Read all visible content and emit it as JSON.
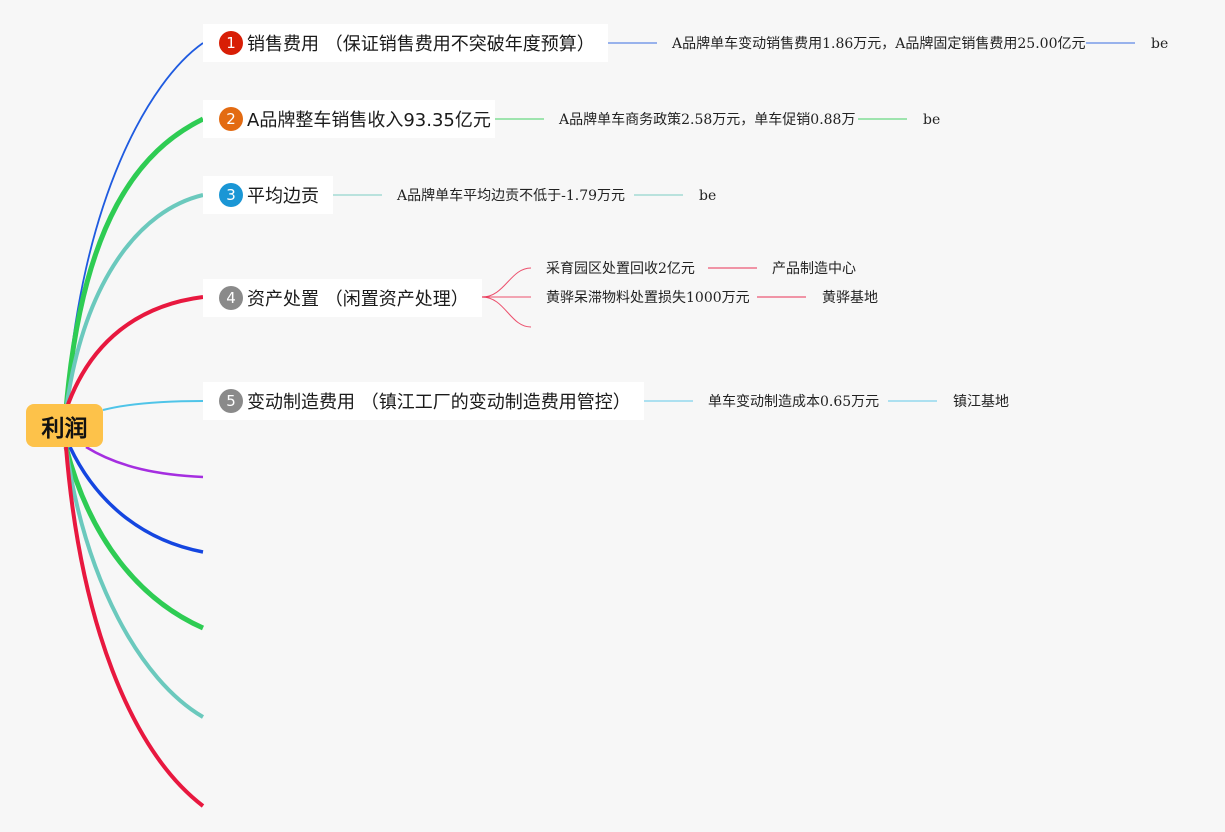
{
  "root": {
    "label": "利润",
    "color": "#fdc24a"
  },
  "topics": [
    {
      "number": "1",
      "label": "销售费用 （保证销售费用不突破年度预算）",
      "badge_color": "#d81e06",
      "line_color": "#1f5be0",
      "leaves": [
        {
          "label": "A品牌单车变动销售费用1.86万元，A品牌固定销售费用25.00亿元",
          "next": "be"
        }
      ]
    },
    {
      "number": "2",
      "label": "A品牌整车销售收入93.35亿元",
      "badge_color": "#e36b12",
      "line_color": "#2ecc53",
      "leaves": [
        {
          "label": "A品牌单车商务政策2.58万元，单车促销0.88万",
          "next": "be"
        }
      ]
    },
    {
      "number": "3",
      "label": "平均边贡",
      "badge_color": "#1a96d5",
      "line_color": "#6bc9bd",
      "leaves": [
        {
          "label": "A品牌单车平均边贡不低于-1.79万元",
          "next": "be"
        }
      ]
    },
    {
      "number": "4",
      "label": "资产处置 （闲置资产处理）",
      "badge_color": "#8a8a8a",
      "line_color": "#e8183f",
      "leaves": [
        {
          "label": "采育园区处置回收2亿元",
          "next": "产品制造中心"
        },
        {
          "label": "黄骅呆滞物料处置损失1000万元",
          "next": "黄骅基地"
        },
        {
          "label": "",
          "next": ""
        }
      ]
    },
    {
      "number": "5",
      "label": "变动制造费用 （镇江工厂的变动制造费用管控）",
      "badge_color": "#8a8a8a",
      "line_color": "#4fc4e8",
      "leaves": [
        {
          "label": "单车变动制造成本0.65万元",
          "next": "镇江基地"
        }
      ]
    }
  ],
  "empty_branch_colors": [
    "#a52ee0",
    "#1546e0",
    "#2ecc53",
    "#6bc9bd",
    "#e8183f"
  ]
}
